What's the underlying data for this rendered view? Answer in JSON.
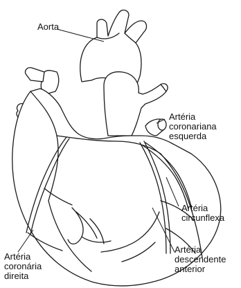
{
  "labels": {
    "aorta": [
      "Aorta"
    ],
    "left_coronary": [
      "Artéria",
      "coronariana",
      "esquerda"
    ],
    "circumflex": [
      "Artéria",
      "circunflexa"
    ],
    "lad": [
      "Artéria",
      "descendente",
      "anterior"
    ],
    "right_coronary": [
      "Artéria",
      "coronária",
      "direita"
    ]
  }
}
